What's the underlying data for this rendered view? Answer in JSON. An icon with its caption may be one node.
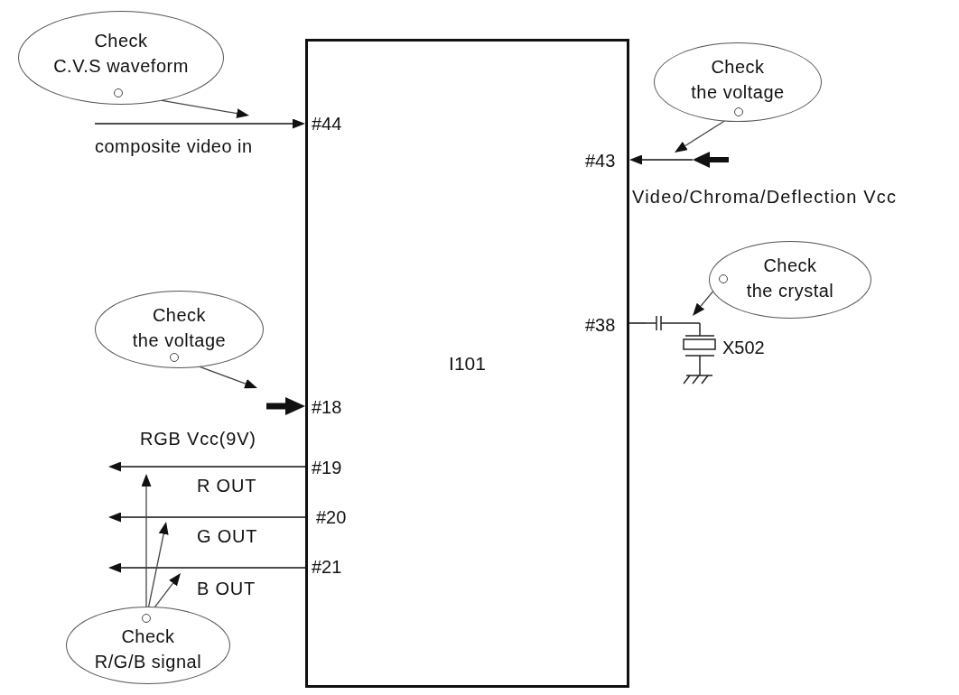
{
  "diagram": {
    "nodes": [
      {
        "text": [
          "I101"
        ]
      },
      {
        "text": [
          "Check C.V.S waveform"
        ]
      },
      {
        "text": [
          "Check the voltage"
        ]
      },
      {
        "text": [
          "Check the crystal"
        ]
      },
      {
        "text": [],
        "shape": "picture"
      },
      {
        "text": [
          "Check the voltage"
        ]
      },
      {
        "text": [
          "Check R/G/B signal"
        ]
      }
    ],
    "edges": [
      {
        "from": null,
        "to": 0,
        "arrow": "to"
      },
      {
        "from": 1,
        "to": null,
        "arrow": "to"
      },
      {
        "from": null,
        "to": 0,
        "arrow": "to"
      },
      {
        "from": 2,
        "to": null,
        "arrow": "to"
      },
      {
        "from": 0,
        "to": 4,
        "arrow": "none"
      },
      {
        "from": 3,
        "to": 4,
        "arrow": "to"
      },
      {
        "from": null,
        "to": 0,
        "arrow": "to",
        "style": "thick"
      },
      {
        "from": 5,
        "to": null,
        "arrow": "to"
      },
      {
        "from": 0,
        "to": null,
        "arrow": "to"
      },
      {
        "from": 0,
        "to": null,
        "arrow": "to"
      },
      {
        "from": 0,
        "to": null,
        "arrow": "to"
      },
      {
        "from": 6,
        "to": null,
        "arrow": "to"
      },
      {
        "from": 6,
        "to": null,
        "arrow": "to"
      },
      {
        "from": 6,
        "to": null,
        "arrow": "to"
      }
    ],
    "labels": [
      "#44",
      "composite video in",
      "#43",
      "Video/Chroma/Deflection Vcc",
      "#38",
      "X502",
      "#18",
      "RGB Vcc(9V)",
      "#19",
      "R OUT",
      "#20",
      "G OUT",
      "#21",
      "B OUT"
    ]
  }
}
